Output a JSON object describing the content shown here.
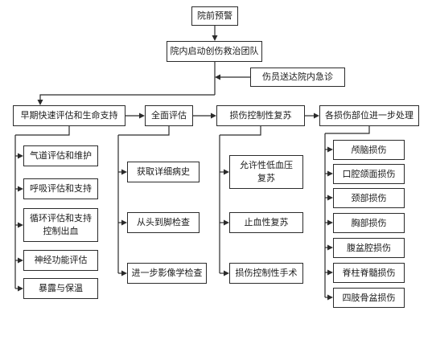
{
  "flow": {
    "start": "院前预警",
    "team": "院内启动创伤救治团队",
    "transport": "伤员送达院内急诊"
  },
  "columns": [
    {
      "header": "早期快速评估和生命支持",
      "items": [
        "气道评估和维护",
        "呼吸评估和支持",
        "循环评估和支持\n控制出血",
        "神经功能评估",
        "暴露与保温"
      ]
    },
    {
      "header": "全面评估",
      "items": [
        "获取详细病史",
        "从头到脚检查",
        "进一步影像学检查"
      ]
    },
    {
      "header": "损伤控制性复苏",
      "items": [
        "允许性低血压\n复苏",
        "止血性复苏",
        "损伤控制性手术"
      ]
    },
    {
      "header": "各损伤部位进一步处理",
      "items": [
        "颅脑损伤",
        "口腔颌面损伤",
        "颈部损伤",
        "胸部损伤",
        "腹盆腔损伤",
        "脊柱脊髓损伤",
        "四肢骨盆损伤"
      ]
    }
  ]
}
